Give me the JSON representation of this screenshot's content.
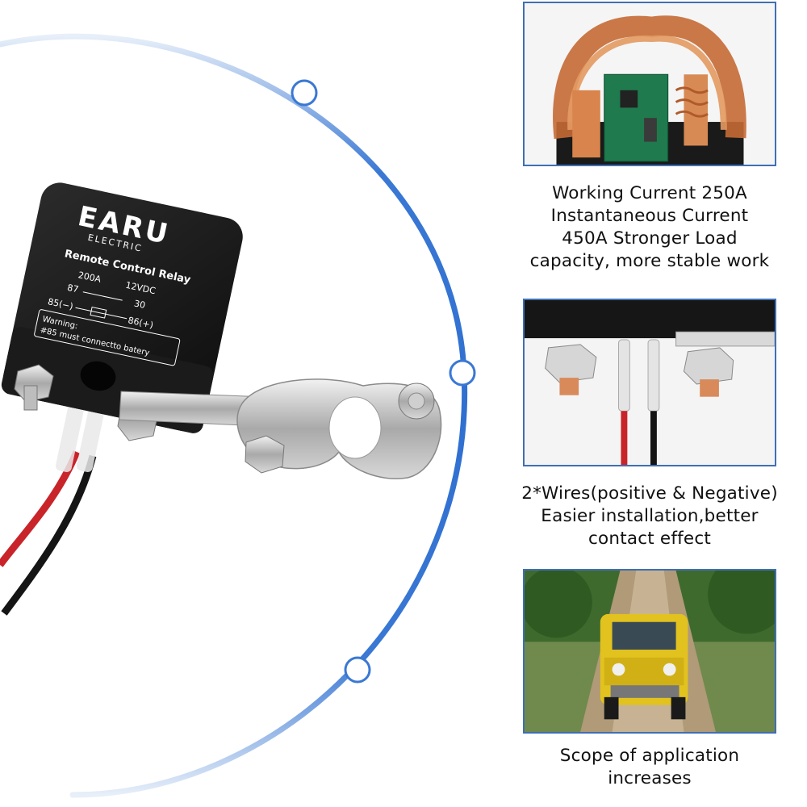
{
  "colors": {
    "accent_ring": "#3a78d4",
    "panel_border": "#3f6fb5",
    "caption_text": "#111111"
  },
  "relay_label": {
    "brand": "EARU",
    "brand_sub": "ELECTRIC",
    "product": "Remote Control Relay",
    "amperage": "200A",
    "voltage": "12VDC",
    "pin_87": "87",
    "pin_30": "30",
    "pin_85": "85(−)",
    "pin_86": "86(+)",
    "warning_title": "Warning:",
    "warning_text": "#85 must connectto batery"
  },
  "features": [
    {
      "image": "copper-coil-pcb-internals",
      "caption_lines": [
        "Working Current 250A",
        "Instantaneous Current",
        "450A Stronger Load",
        "capacity, more stable work"
      ]
    },
    {
      "image": "relay-terminals-with-wires",
      "caption_lines": [
        "2*Wires(positive & Negative)",
        "Easier installation,better",
        "contact effect"
      ]
    },
    {
      "image": "yellow-suv-on-dirt-road",
      "caption_lines": [
        "Scope of application",
        "increases"
      ]
    }
  ]
}
